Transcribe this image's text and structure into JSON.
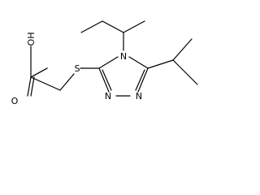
{
  "molecule": {
    "atoms": {
      "hydroxyl": "OH",
      "carbonyl_oxygen": "O",
      "sulfur": "S",
      "n4": "N",
      "n1": "N",
      "n2": "N"
    }
  },
  "colors": {
    "bond": "#000000",
    "label": "#000000",
    "background": "#ffffff"
  }
}
